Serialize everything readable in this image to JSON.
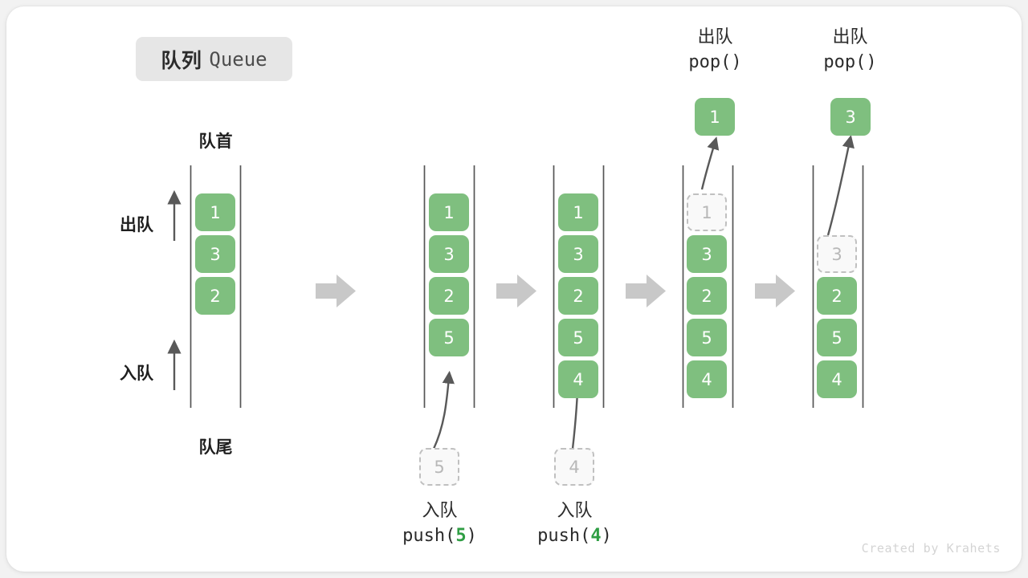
{
  "title": {
    "cn": "队列",
    "en": "Queue"
  },
  "labels": {
    "front": "队首",
    "rear": "队尾",
    "dequeue": "出队",
    "enqueue": "入队"
  },
  "colors": {
    "cell_fill": "#7fbf7f",
    "cell_text": "#ffffff",
    "ghost_fill": "#f9f9f9",
    "ghost_border": "#c0c0c0",
    "ghost_text": "#b8b8b8",
    "rail": "#555555",
    "arrow": "#595959",
    "transition_arrow": "#c8c8c8",
    "badge_bg": "#e6e6e6",
    "code_arg": "#2f9e44",
    "page_bg": "#f2f2f2",
    "card_bg": "#ffffff"
  },
  "columns": [
    {
      "id": "col-initial",
      "cells": [
        {
          "value": "1",
          "state": "filled"
        },
        {
          "value": "3",
          "state": "filled"
        },
        {
          "value": "2",
          "state": "filled"
        }
      ]
    },
    {
      "id": "col-after-push-5",
      "cells": [
        {
          "value": "1",
          "state": "filled"
        },
        {
          "value": "3",
          "state": "filled"
        },
        {
          "value": "2",
          "state": "filled"
        },
        {
          "value": "5",
          "state": "filled"
        }
      ],
      "incoming": {
        "value": "5",
        "state": "ghost"
      },
      "caption": {
        "cn": "入队",
        "code_prefix": "push(",
        "arg": "5",
        "code_suffix": ")"
      }
    },
    {
      "id": "col-after-push-4",
      "cells": [
        {
          "value": "1",
          "state": "filled"
        },
        {
          "value": "3",
          "state": "filled"
        },
        {
          "value": "2",
          "state": "filled"
        },
        {
          "value": "5",
          "state": "filled"
        },
        {
          "value": "4",
          "state": "filled"
        }
      ],
      "incoming": {
        "value": "4",
        "state": "ghost"
      },
      "caption": {
        "cn": "入队",
        "code_prefix": "push(",
        "arg": "4",
        "code_suffix": ")"
      }
    },
    {
      "id": "col-after-pop-1",
      "cells": [
        {
          "value": "1",
          "state": "ghost"
        },
        {
          "value": "3",
          "state": "filled"
        },
        {
          "value": "2",
          "state": "filled"
        },
        {
          "value": "5",
          "state": "filled"
        },
        {
          "value": "4",
          "state": "filled"
        }
      ],
      "popped": {
        "value": "1",
        "state": "filled"
      },
      "caption": {
        "cn": "出队",
        "code_prefix": "pop(",
        "arg": "",
        "code_suffix": ")"
      }
    },
    {
      "id": "col-after-pop-3",
      "cells": [
        {
          "value": "",
          "state": "empty"
        },
        {
          "value": "3",
          "state": "ghost"
        },
        {
          "value": "2",
          "state": "filled"
        },
        {
          "value": "5",
          "state": "filled"
        },
        {
          "value": "4",
          "state": "filled"
        }
      ],
      "popped": {
        "value": "3",
        "state": "filled"
      },
      "caption": {
        "cn": "出队",
        "code_prefix": "pop(",
        "arg": "",
        "code_suffix": ")"
      }
    }
  ],
  "footer": "Created by Krahets"
}
